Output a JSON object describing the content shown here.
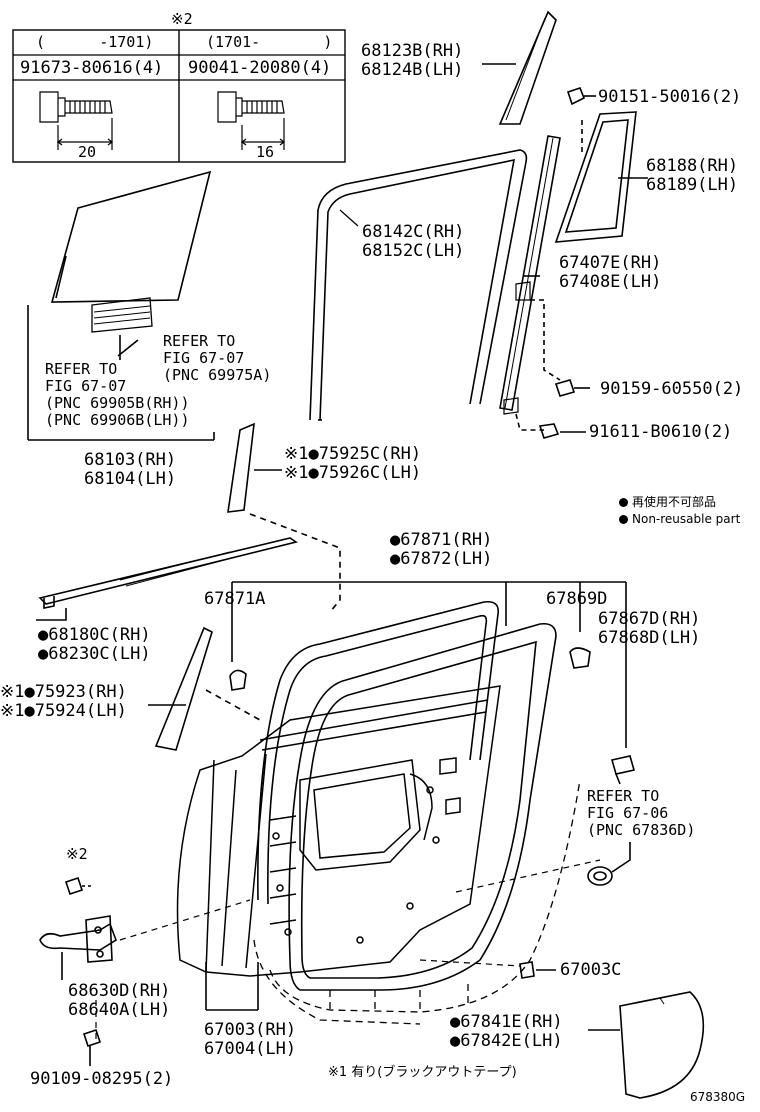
{
  "table": {
    "mark": "※2",
    "col1_header": "(      -1701)",
    "col2_header": "(1701-       )",
    "col1_part": "91673-80616(4)",
    "col2_part": "90041-20080(4)",
    "col1_dim": "20",
    "col2_dim": "16"
  },
  "labels": {
    "p68123": "68123B(RH)\n68124B(LH)",
    "p90151": "90151-50016(2)",
    "p68188": "68188(RH)\n68189(LH)",
    "p68142": "68142C(RH)\n68152C(LH)",
    "p67407": "67407E(RH)\n67408E(LH)",
    "ref_69975": "REFER TO\nFIG 67-07\n(PNC 69975A)",
    "ref_69905": "REFER TO\nFIG 67-07\n(PNC 69905B(RH))\n(PNC 69906B(LH))",
    "p90159": "90159-60550(2)",
    "p91611": "91611-B0610(2)",
    "p68103": "68103(RH)\n68104(LH)",
    "p75925": "※1●75925C(RH)\n※1●75926C(LH)",
    "legend_jp": "再使用不可部品",
    "legend_en": "Non-reusable part",
    "p67871": "●67871(RH)\n●67872(LH)",
    "p67871A": "67871A",
    "p67869D": "67869D",
    "p67867": "67867D(RH)\n67868D(LH)",
    "p68180": "●68180C(RH)\n●68230C(LH)",
    "p75923": "※1●75923(RH)\n※1●75924(LH)",
    "ref_67836": "REFER TO\nFIG 67-06\n(PNC 67836D)",
    "mark2": "※2",
    "p68630": "68630D(RH)\n68640A(LH)",
    "p67003C": "67003C",
    "p67003": "67003(RH)\n67004(LH)",
    "p67841": "●67841E(RH)\n●67842E(LH)",
    "p90109": "90109-08295(2)",
    "footnote": "※1 有り(ブラックアウトテープ)",
    "fig_id": "678380G"
  }
}
